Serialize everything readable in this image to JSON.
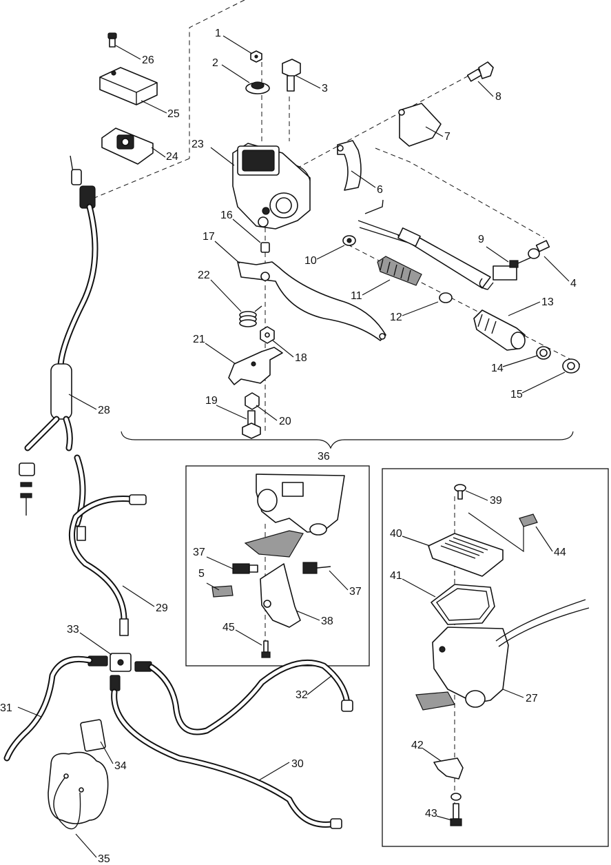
{
  "diagram": {
    "type": "exploded-parts-view",
    "callouts": [
      "1",
      "2",
      "3",
      "4",
      "5",
      "6",
      "7",
      "8",
      "9",
      "10",
      "11",
      "12",
      "13",
      "14",
      "15",
      "16",
      "17",
      "18",
      "19",
      "20",
      "21",
      "22",
      "23",
      "24",
      "25",
      "26",
      "27",
      "28",
      "29",
      "30",
      "31",
      "32",
      "33",
      "34",
      "35",
      "36",
      "37",
      "37",
      "38",
      "39",
      "40",
      "41",
      "42",
      "43",
      "44",
      "45"
    ]
  }
}
